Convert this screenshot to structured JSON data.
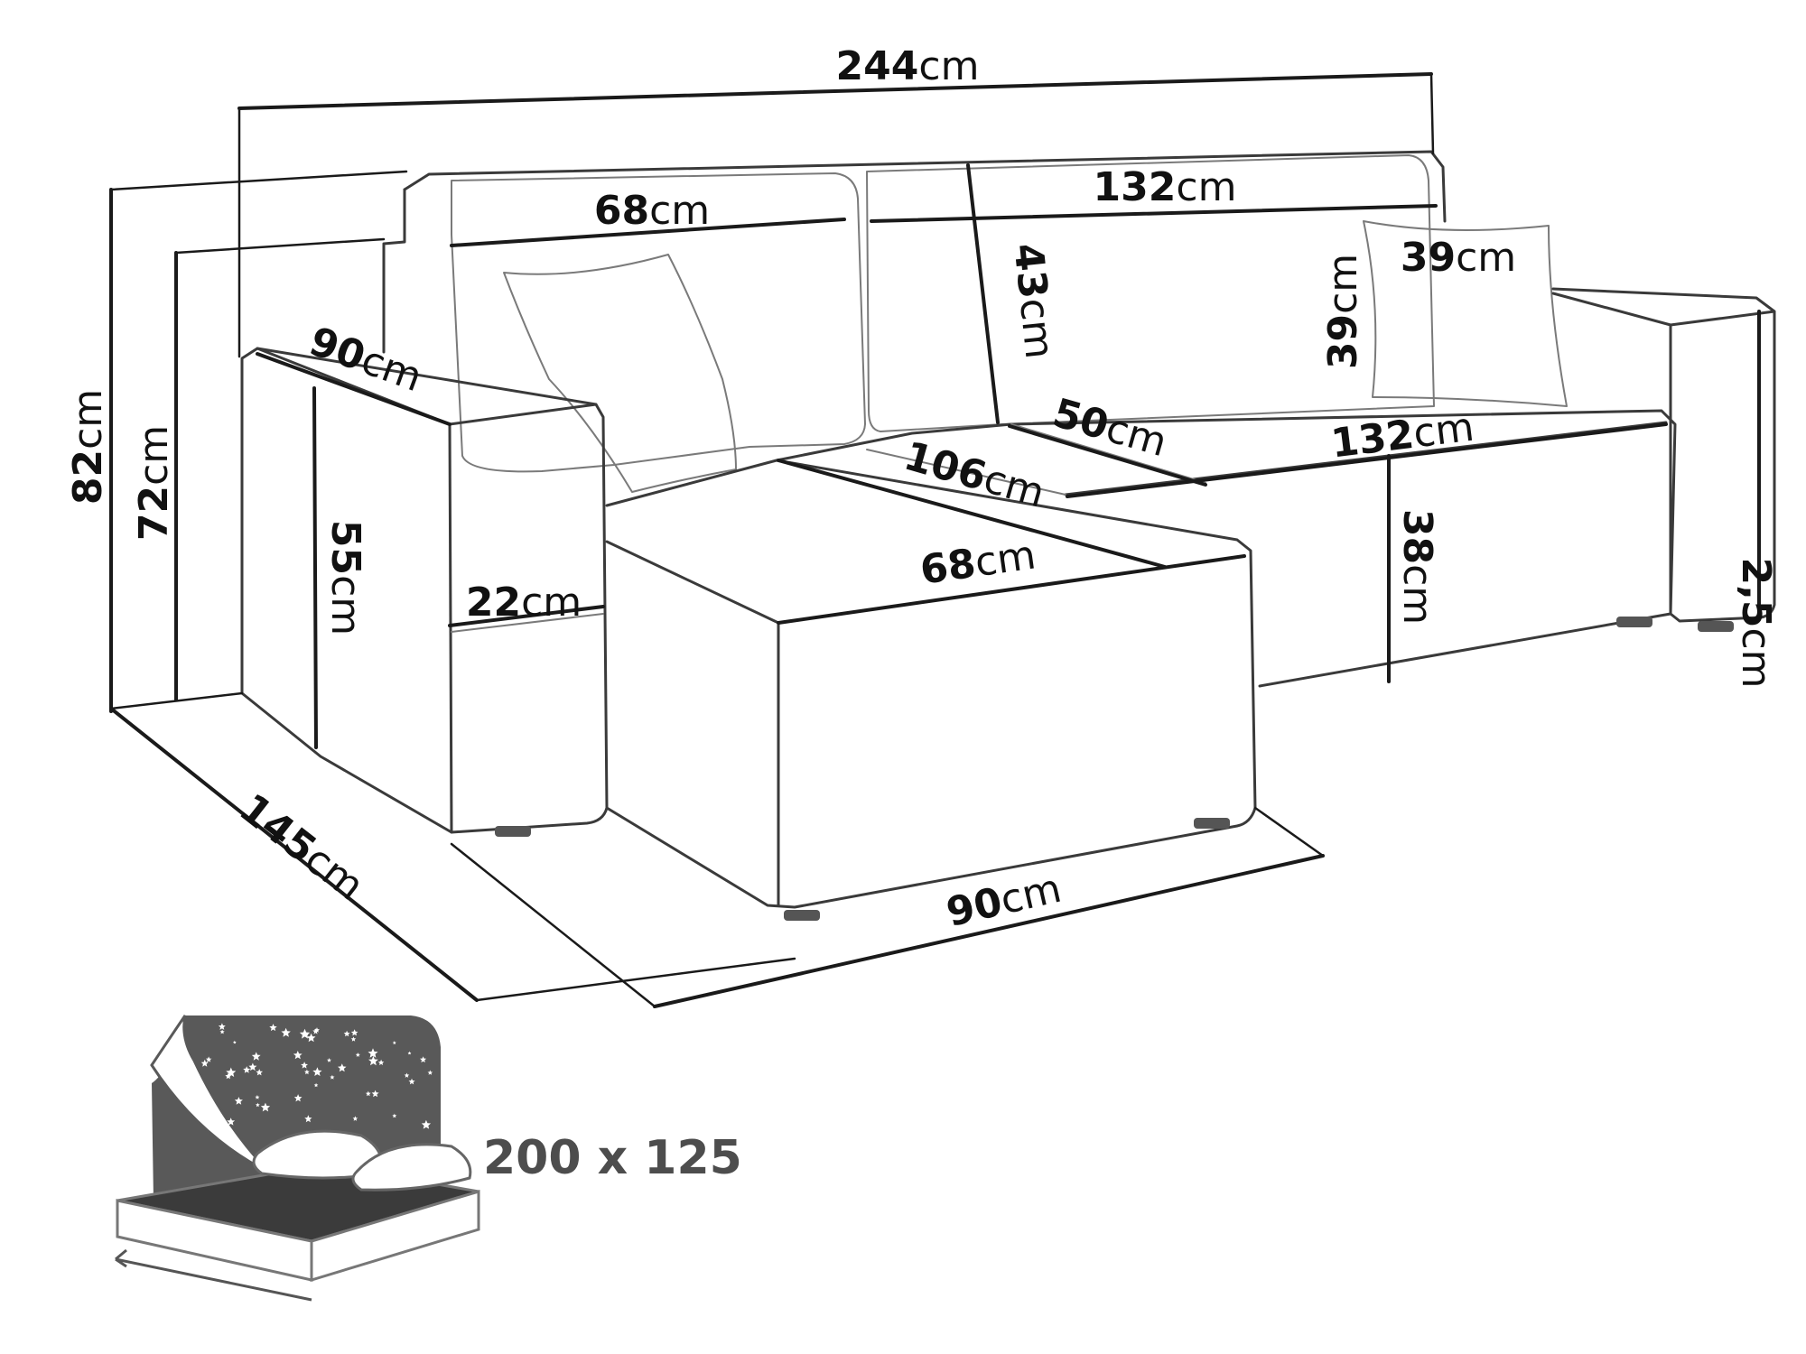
{
  "unit": "cm",
  "dimensions": {
    "total_width": "244",
    "back_width_right": "132",
    "back_width_left": "68",
    "back_height": "43",
    "pillow_width": "39",
    "pillow_height": "39",
    "armrest_width": "90",
    "arm_height": "55",
    "arm_width": "22",
    "height_total": "82",
    "height_back": "72",
    "seat_depth_main": "50",
    "seat_width_main": "132",
    "chaise_length": "106",
    "chaise_width_top": "68",
    "seat_height": "38",
    "leg_height": "2,5",
    "depth_side": "145",
    "chaise_front": "90"
  },
  "bed": {
    "size": "200 x 125"
  }
}
